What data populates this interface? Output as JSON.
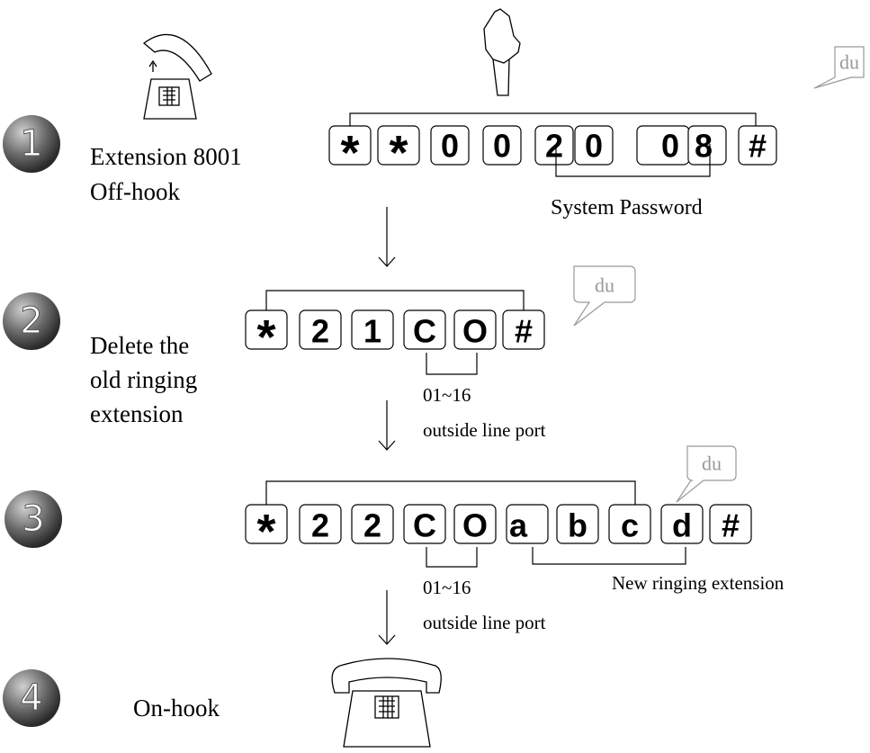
{
  "steps": [
    {
      "number": "1",
      "label_lines": [
        "Extension 8001",
        "Off-hook"
      ],
      "keys": [
        "*",
        "*",
        "0",
        "0",
        "2",
        "0",
        "0",
        "8",
        "#"
      ],
      "bracket_label": "System Password",
      "bubble": "du"
    },
    {
      "number": "2",
      "label_lines": [
        "Delete the",
        "old ringing",
        "extension"
      ],
      "keys": [
        "*",
        "2",
        "1",
        "C",
        "O",
        "#"
      ],
      "bracket_label_lines": [
        "01~16",
        "outside line port"
      ],
      "bubble": "du"
    },
    {
      "number": "3",
      "label_lines": [],
      "keys": [
        "*",
        "2",
        "2",
        "C",
        "O",
        "a",
        "b",
        "c",
        "d",
        "#"
      ],
      "bracket_label_lines": [
        "01~16",
        "outside line port"
      ],
      "bracket2_label": "New ringing extension",
      "bubble": "du"
    },
    {
      "number": "4",
      "label_lines": [
        "On-hook"
      ]
    }
  ],
  "icons": {
    "offhook": "phone-offhook-icon",
    "hand": "pointing-hand-icon",
    "onhook": "phone-onhook-icon"
  }
}
